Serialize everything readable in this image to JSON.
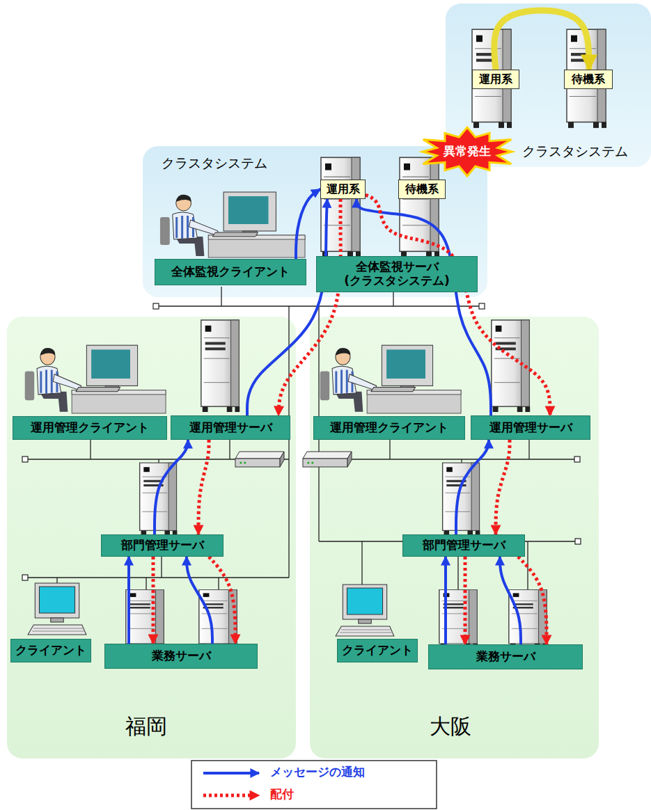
{
  "diagram": {
    "nodes": [
      {
        "text": [
          "クラスタシステム"
        ]
      },
      {
        "text": [
          "運用系"
        ],
        "in": 0
      },
      {
        "text": [
          "待機系"
        ],
        "in": 0
      },
      {
        "text": [
          "異常発生"
        ]
      },
      {
        "text": [
          "クラスタシステム"
        ]
      },
      {
        "text": [
          "全体監視クライアント"
        ],
        "in": 4
      },
      {
        "text": [
          "運用系"
        ],
        "in": 4
      },
      {
        "text": [
          "待機系"
        ],
        "in": 4
      },
      {
        "text": [
          "全体監視サーバ (クラスタシステム)"
        ],
        "in": 4
      },
      {
        "text": [
          "福岡"
        ]
      },
      {
        "text": [
          "運用管理クライアント"
        ],
        "in": 9
      },
      {
        "text": [
          "運用管理サーバ"
        ],
        "in": 9
      },
      {
        "text": [
          "部門管理サーバ"
        ],
        "in": 9
      },
      {
        "text": [
          "クライアント"
        ],
        "in": 9
      },
      {
        "text": [
          "業務サーバ"
        ],
        "in": 9
      },
      {
        "text": [
          "大阪"
        ]
      },
      {
        "text": [
          "運用管理クライアント"
        ],
        "in": 15
      },
      {
        "text": [
          "運用管理サーバ"
        ],
        "in": 15
      },
      {
        "text": [
          "部門管理サーバ"
        ],
        "in": 15
      },
      {
        "text": [
          "クライアント"
        ],
        "in": 15
      },
      {
        "text": [
          "業務サーバ"
        ],
        "in": 15
      }
    ],
    "edges": [
      {
        "from": 5,
        "to": 6,
        "arrow": "to"
      },
      {
        "from": 11,
        "to": 6,
        "arrow": "to"
      },
      {
        "from": 6,
        "to": 11,
        "arrow": "to"
      },
      {
        "from": 17,
        "to": 6,
        "arrow": "to"
      },
      {
        "from": 6,
        "to": 17,
        "arrow": "to"
      },
      {
        "from": 12,
        "to": 11,
        "arrow": "to"
      },
      {
        "from": 11,
        "to": 12,
        "arrow": "to"
      },
      {
        "from": 14,
        "to": 12,
        "arrow": "to"
      },
      {
        "from": 12,
        "to": 14,
        "arrow": "to"
      },
      {
        "from": 14,
        "to": 12,
        "arrow": "to"
      },
      {
        "from": 12,
        "to": 14,
        "arrow": "to"
      },
      {
        "from": 18,
        "to": 17,
        "arrow": "to"
      },
      {
        "from": 17,
        "to": 18,
        "arrow": "to"
      },
      {
        "from": 20,
        "to": 18,
        "arrow": "to"
      },
      {
        "from": 18,
        "to": 20,
        "arrow": "to"
      },
      {
        "from": 20,
        "to": 18,
        "arrow": "to"
      },
      {
        "from": 18,
        "to": 20,
        "arrow": "to"
      },
      {
        "from": 1,
        "to": 2,
        "arrow": "to"
      }
    ],
    "legend": [
      {
        "text": "メッセージの通知"
      },
      {
        "text": "配付"
      }
    ]
  }
}
